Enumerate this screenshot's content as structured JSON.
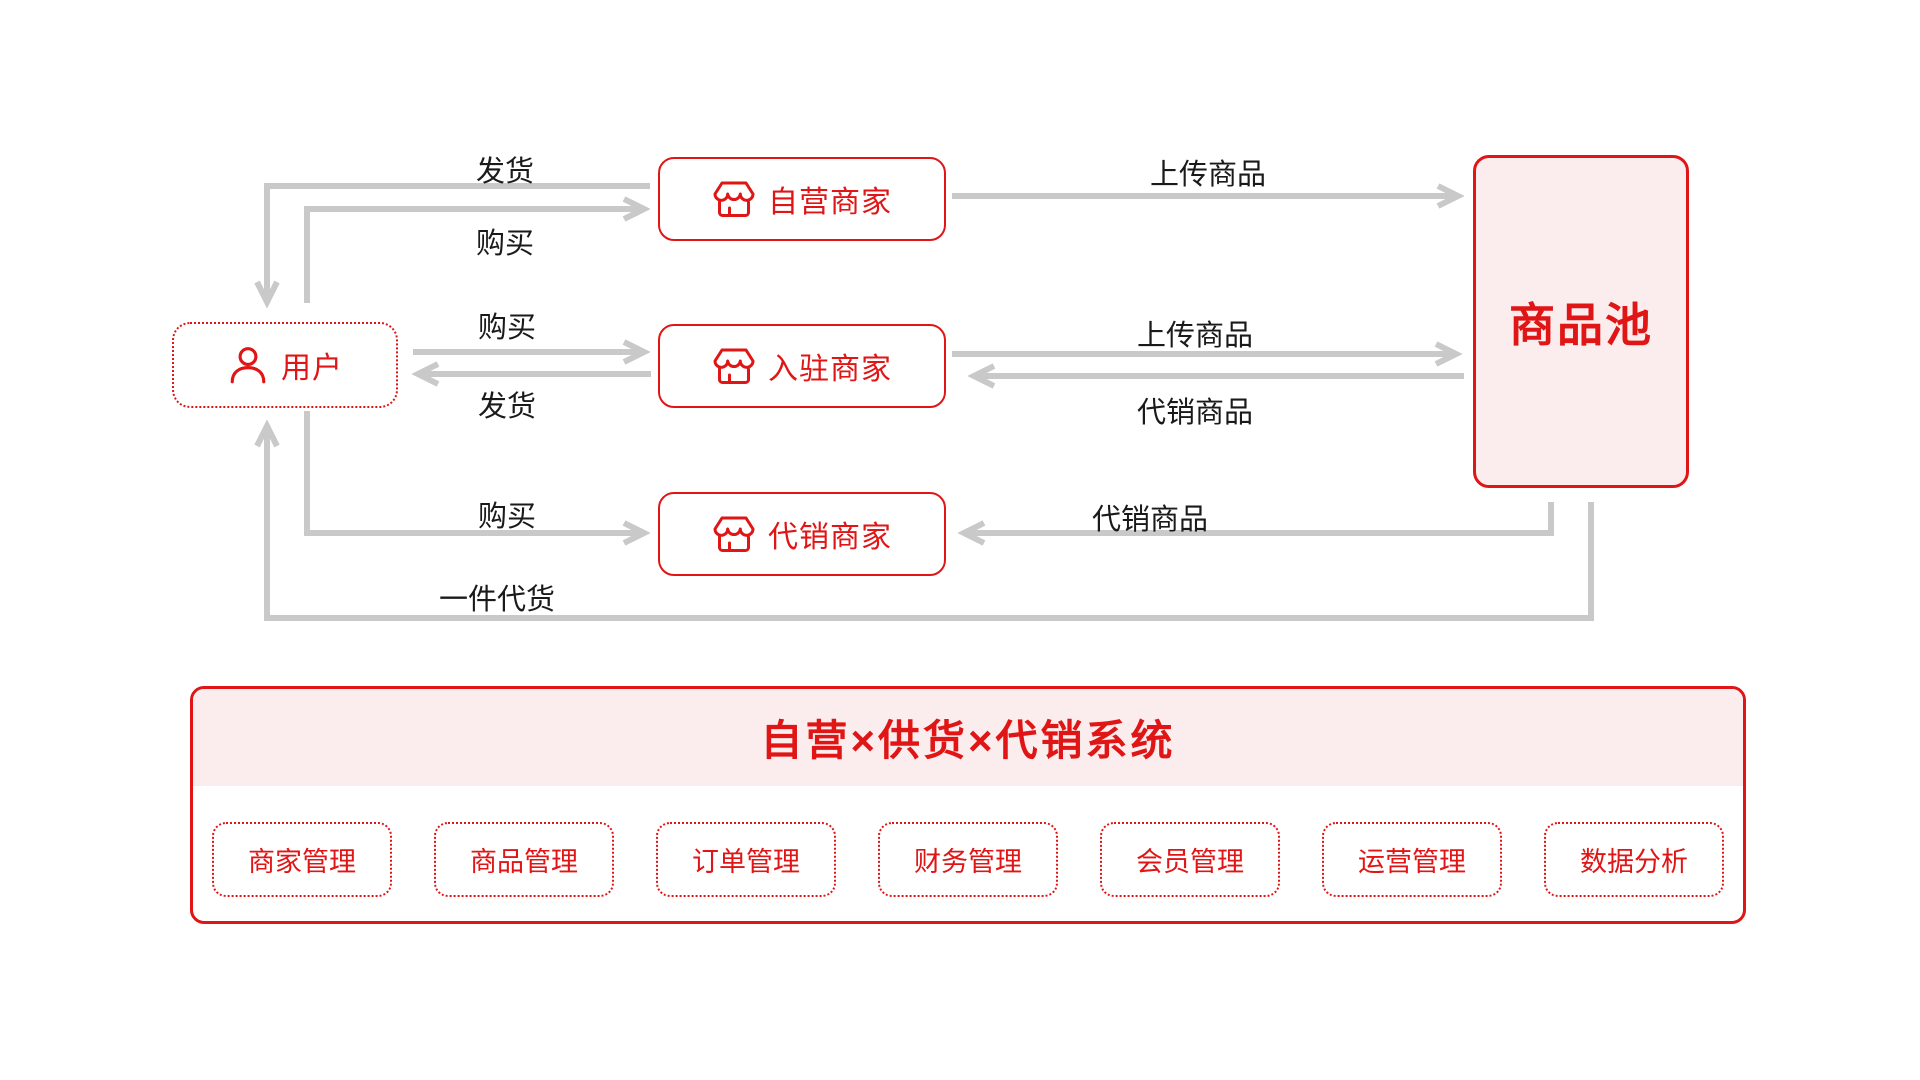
{
  "diagram": {
    "nodes": {
      "user": {
        "label": "用户"
      },
      "self_operated_merchant": {
        "label": "自营商家"
      },
      "settled_merchant": {
        "label": "入驻商家"
      },
      "consignment_merchant": {
        "label": "代销商家"
      },
      "product_pool": {
        "label": "商品池"
      }
    },
    "edge_labels": {
      "ship_top": "发货",
      "buy_top": "购买",
      "buy_mid": "购买",
      "ship_mid": "发货",
      "buy_bottom": "购买",
      "dropship_bottom": "一件代货",
      "upload_top": "上传商品",
      "upload_mid": "上传商品",
      "consign_mid": "代销商品",
      "consign_bottom": "代销商品"
    },
    "system_panel": {
      "title": "自营×供货×代销系统",
      "modules": [
        "商家管理",
        "商品管理",
        "订单管理",
        "财务管理",
        "会员管理",
        "运营管理",
        "数据分析"
      ]
    },
    "colors": {
      "accent_red": "#E01515",
      "light_pink": "#FBEDED",
      "arrow_gray": "#C9C9C9",
      "label_black": "#1A1A1A"
    }
  }
}
